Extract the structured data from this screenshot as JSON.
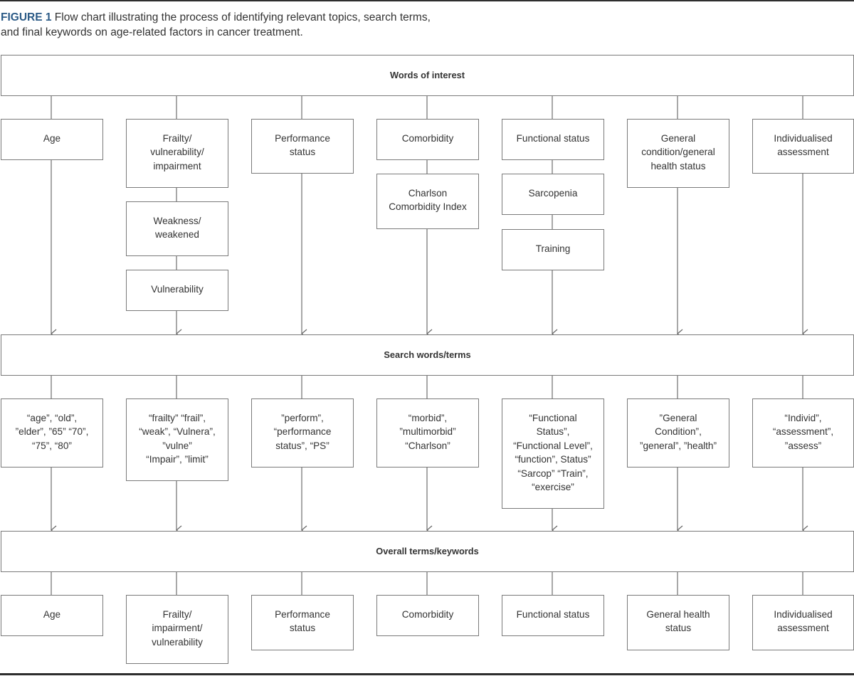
{
  "caption": {
    "figure_label": "FIGURE 1",
    "text": " Flow chart illustrating the process of identifying relevant topics, search terms,\nand final keywords on age-related factors in cancer treatment."
  },
  "stages": {
    "words_of_interest": {
      "title": "Words of interest",
      "columns": [
        [
          "Age"
        ],
        [
          "Frailty/\nvulnerability/\nimpairment",
          "Weakness/\nweakened",
          "Vulnerability"
        ],
        [
          "Performance\nstatus"
        ],
        [
          "Comorbidity",
          "Charlson\nComorbidity Index"
        ],
        [
          "Functional status",
          "Sarcopenia",
          "Training"
        ],
        [
          "General\ncondition/general\nhealth status"
        ],
        [
          "Individualised\nassessment"
        ]
      ]
    },
    "search_terms": {
      "title": "Search words/terms",
      "columns": [
        "“age”, “old”,\n”elder”, ”65” “70”,\n“75”, “80”",
        "“frailty” “frail”,\n“weak”, “Vulnera”,\n”vulne”\n“Impair”, ”limit”",
        "”perform”,\n“performance\nstatus”, “PS”",
        "“morbid”,\n”multimorbid”\n“Charlson”",
        "“Functional\nStatus”,\n“Functional Level”,\n“function”, Status”\n“Sarcop” “Train”,\n“exercise”",
        "”General\nCondition”,\n”general”, ”health”",
        "“Individ”,\n“assessment”,\n”assess”"
      ]
    },
    "keywords": {
      "title": "Overall terms/keywords",
      "columns": [
        "Age",
        "Frailty/\nimpairment/\nvulnerability",
        "Performance\nstatus",
        "Comorbidity",
        "Functional status",
        "General health\nstatus",
        "Individualised\nassessment"
      ]
    }
  }
}
